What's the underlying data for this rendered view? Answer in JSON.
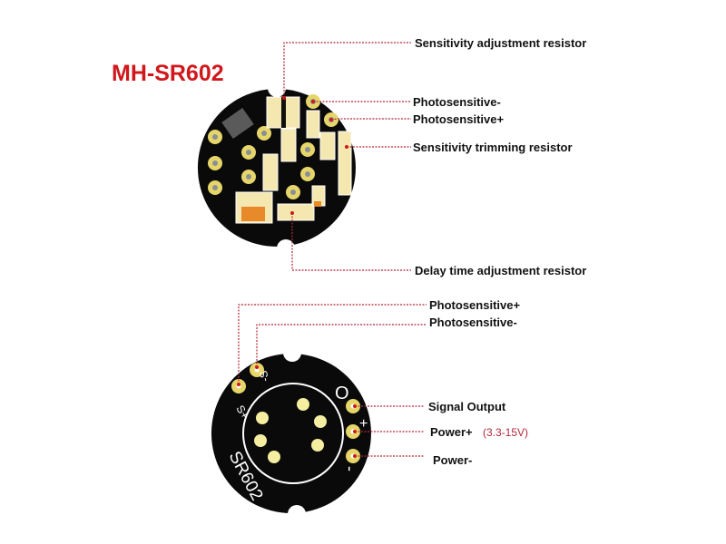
{
  "title": "MH-SR602",
  "top_board": {
    "labels": {
      "sensitivity_adjustment": "Sensitivity adjustment resistor",
      "photo_minus": "Photosensitive-",
      "photo_plus": "Photosensitive+",
      "sensitivity_trimming": "Sensitivity trimming resistor",
      "delay_time": "Delay time adjustment resistor"
    }
  },
  "bottom_board": {
    "labels": {
      "photo_plus": "Photosensitive+",
      "photo_minus": "Photosensitive-",
      "signal_output": "Signal Output",
      "power_plus": "Power+",
      "power_plus_voltage": "(3.3-15V)",
      "power_minus": "Power-"
    },
    "silkscreen": {
      "model": "SR602",
      "s_plus": "S+",
      "s_minus": "-S",
      "out_mark": "O",
      "plus_mark": "+",
      "minus_mark": "-"
    }
  },
  "colors": {
    "title": "#d0181c",
    "leader": "#b0283a",
    "board": "#0a0a0a",
    "pad": "#e6d66a"
  }
}
